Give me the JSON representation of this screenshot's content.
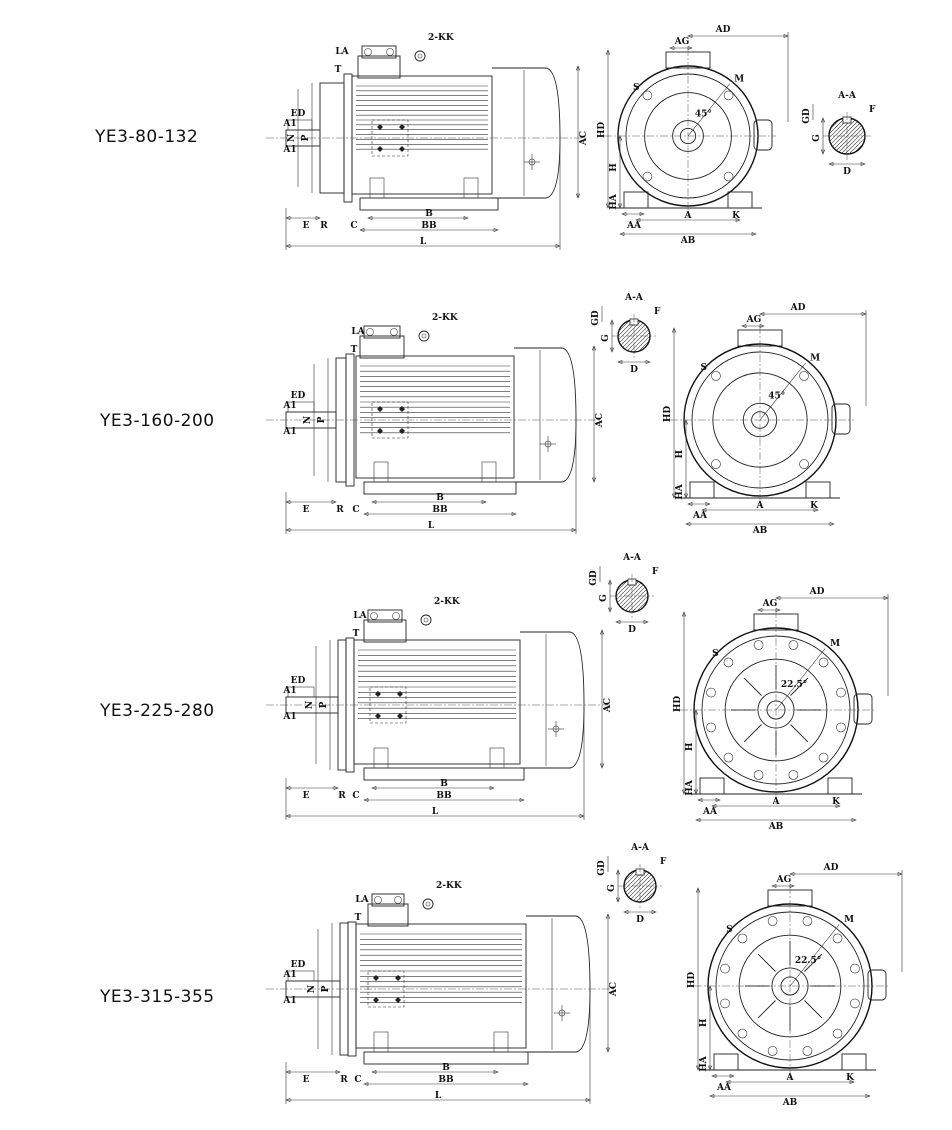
{
  "sections": [
    {
      "model": "YE3-80-132",
      "side_labels": {
        "kk": "2-KK",
        "la": "LA",
        "t": "T",
        "ed": "ED",
        "a1_top": "A1",
        "a1_bottom": "A1",
        "p": "P",
        "n": "N",
        "e": "E",
        "r": "R",
        "c": "C",
        "b": "B",
        "bb": "BB",
        "l": "L",
        "ac": "AC"
      },
      "front_labels": {
        "ad": "AD",
        "ag": "AG",
        "m": "M",
        "s": "S",
        "angle": "45°",
        "hd": "HD",
        "h": "H",
        "ha": "HA",
        "aa": "AA",
        "a": "A",
        "ab": "AB",
        "k": "K"
      },
      "section_labels": {
        "title": "A-A",
        "gd": "GD",
        "f": "F",
        "g": "G",
        "d": "D"
      }
    },
    {
      "model": "YE3-160-200",
      "side_labels": {
        "kk": "2-KK",
        "la": "LA",
        "t": "T",
        "ed": "ED",
        "a1_top": "A1",
        "a1_bottom": "A1",
        "p": "P",
        "n": "N",
        "e": "E",
        "r": "R",
        "c": "C",
        "b": "B",
        "bb": "BB",
        "l": "L",
        "ac": "AC"
      },
      "front_labels": {
        "ad": "AD",
        "ag": "AG",
        "m": "M",
        "s": "S",
        "angle": "45°",
        "hd": "HD",
        "h": "H",
        "ha": "HA",
        "aa": "AA",
        "a": "A",
        "ab": "AB",
        "k": "K"
      },
      "section_labels": {
        "title": "A-A",
        "gd": "GD",
        "f": "F",
        "g": "G",
        "d": "D"
      }
    },
    {
      "model": "YE3-225-280",
      "side_labels": {
        "kk": "2-KK",
        "la": "LA",
        "t": "T",
        "ed": "ED",
        "a1_top": "A1",
        "a1_bottom": "A1",
        "p": "P",
        "n": "N",
        "e": "E",
        "r": "R",
        "c": "C",
        "b": "B",
        "bb": "BB",
        "l": "L",
        "ac": "AC"
      },
      "front_labels": {
        "ad": "AD",
        "ag": "AG",
        "m": "M",
        "s": "S",
        "angle": "22.5°",
        "hd": "HD",
        "h": "H",
        "ha": "HA",
        "aa": "AA",
        "a": "A",
        "ab": "AB",
        "k": "K"
      },
      "section_labels": {
        "title": "A-A",
        "gd": "GD",
        "f": "F",
        "g": "G",
        "d": "D"
      }
    },
    {
      "model": "YE3-315-355",
      "side_labels": {
        "kk": "2-KK",
        "la": "LA",
        "t": "T",
        "ed": "ED",
        "a1_top": "A1",
        "a1_bottom": "A1",
        "p": "P",
        "n": "N",
        "e": "E",
        "r": "R",
        "c": "C",
        "b": "B",
        "bb": "BB",
        "l": "L",
        "ac": "AC"
      },
      "front_labels": {
        "ad": "AD",
        "ag": "AG",
        "m": "M",
        "s": "S",
        "angle": "22.5°",
        "hd": "HD",
        "h": "H",
        "ha": "HA",
        "aa": "AA",
        "a": "A",
        "ab": "AB",
        "k": "K"
      },
      "section_labels": {
        "title": "A-A",
        "gd": "GD",
        "f": "F",
        "g": "G",
        "d": "D"
      }
    }
  ]
}
